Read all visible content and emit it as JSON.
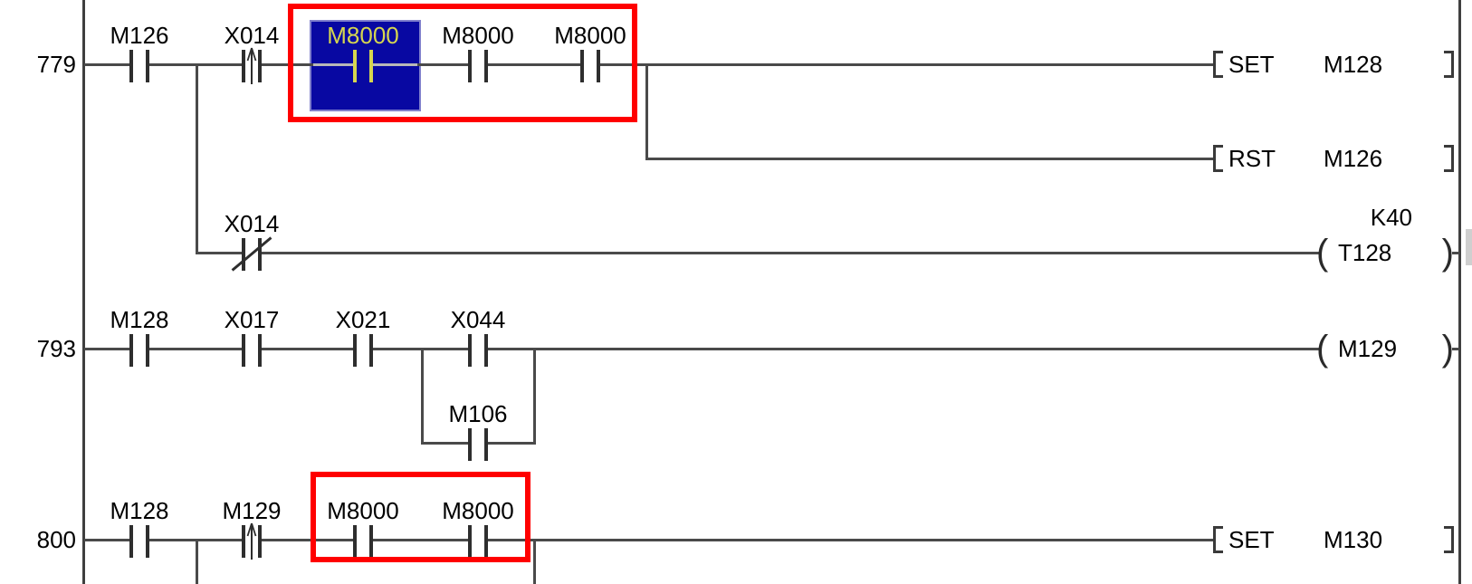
{
  "title": "PLC ladder diagram",
  "colors": {
    "wire": "#4a4a4a",
    "text": "#000000",
    "selection_background": "#0808a2",
    "selection_text": "#d6d64f",
    "highlight_border": "#ff0000"
  },
  "rungs": {
    "r779": {
      "number": "779",
      "contacts": [
        {
          "label": "M126",
          "type": "normally-open"
        },
        {
          "label": "X014",
          "type": "rising-pulse"
        },
        {
          "label": "M8000",
          "type": "normally-open",
          "selected": true
        },
        {
          "label": "M8000",
          "type": "normally-open"
        },
        {
          "label": "M8000",
          "type": "normally-open"
        }
      ],
      "outputs": [
        {
          "op": "SET",
          "operand": "M128"
        },
        {
          "op": "RST",
          "operand": "M126"
        }
      ]
    },
    "timer_branch": {
      "contact": {
        "label": "X014",
        "type": "normally-closed"
      },
      "coil": {
        "operand": "T128",
        "constant": "K40"
      }
    },
    "r793": {
      "number": "793",
      "contacts": [
        {
          "label": "M128",
          "type": "normally-open"
        },
        {
          "label": "X017",
          "type": "normally-open"
        },
        {
          "label": "X021",
          "type": "normally-open"
        },
        {
          "label": "X044",
          "type": "normally-open"
        }
      ],
      "branch_contact": {
        "label": "M106",
        "type": "normally-open"
      },
      "coil": {
        "operand": "M129"
      }
    },
    "r800": {
      "number": "800",
      "contacts": [
        {
          "label": "M128",
          "type": "normally-open"
        },
        {
          "label": "M129",
          "type": "rising-pulse"
        },
        {
          "label": "M8000",
          "type": "normally-open"
        },
        {
          "label": "M8000",
          "type": "normally-open"
        }
      ],
      "outputs": [
        {
          "op": "SET",
          "operand": "M130"
        }
      ]
    }
  }
}
